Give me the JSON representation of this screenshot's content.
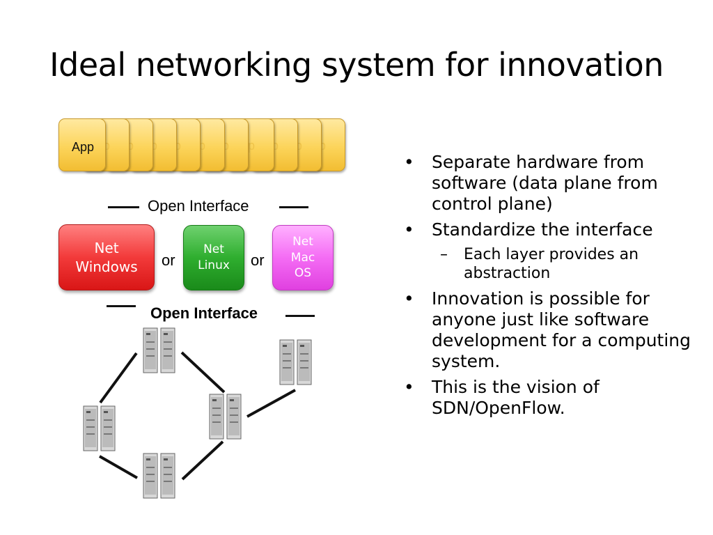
{
  "title": "Ideal networking system for innovation",
  "apps": {
    "front_label": "App",
    "faded_labels": [
      "p",
      "p",
      "p",
      "p",
      "p",
      "p",
      "p",
      "p",
      "p",
      "p"
    ]
  },
  "top_interface": "Open Interface",
  "bottom_interface": "Open Interface",
  "os": {
    "windows": [
      "Net",
      "Windows"
    ],
    "linux": [
      "Net",
      "Linux"
    ],
    "mac": [
      "Net",
      "Mac",
      "OS"
    ],
    "or_label": "or"
  },
  "colors": {
    "app": "#fcd45a",
    "windows": "#f23a3a",
    "linux": "#2fae2f",
    "mac": "#f46cf4"
  },
  "network": {
    "icon": "server-rack-icon",
    "server_count": 5,
    "link_count": 5
  },
  "bullets": [
    {
      "text": "Separate hardware from software (data plane from control plane)"
    },
    {
      "text": "Standardize the interface",
      "sub": [
        "Each layer provides an abstraction"
      ]
    },
    {
      "text": "Innovation is possible for anyone just like software development for a computing system."
    },
    {
      "text": "This is the vision of SDN/OpenFlow."
    }
  ]
}
